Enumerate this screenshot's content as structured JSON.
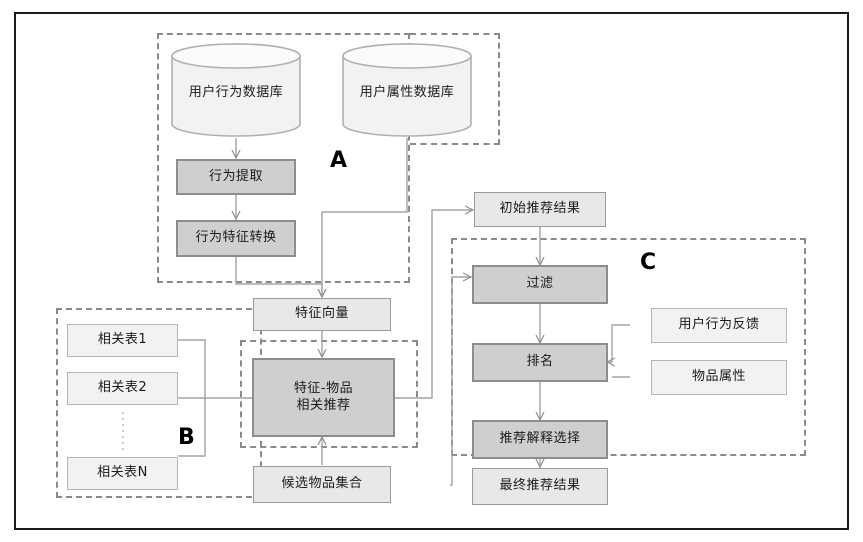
{
  "diagram": {
    "title": "",
    "groups": [
      {
        "id": "A",
        "label": "A"
      },
      {
        "id": "B",
        "label": "B"
      },
      {
        "id": "C",
        "label": "C"
      }
    ],
    "databases": [
      {
        "id": "user-behavior-db",
        "label": "用户行为数据库"
      },
      {
        "id": "user-attribute-db",
        "label": "用户属性数据库"
      }
    ],
    "nodes": [
      {
        "id": "behavior-extract",
        "label": "行为提取",
        "style": "proc"
      },
      {
        "id": "behavior-feature-transform",
        "label": "行为特征转换",
        "style": "proc"
      },
      {
        "id": "feature-vector",
        "label": "特征向量",
        "style": "plain"
      },
      {
        "id": "relation-table-1",
        "label": "相关表1",
        "style": "light"
      },
      {
        "id": "relation-table-2",
        "label": "相关表2",
        "style": "light"
      },
      {
        "id": "relation-table-n",
        "label": "相关表N",
        "style": "light"
      },
      {
        "id": "feature-item-rec",
        "label": "特征-物品\n相关推荐",
        "line1": "特征-物品",
        "line2": "相关推荐",
        "style": "proc"
      },
      {
        "id": "candidate-item-set",
        "label": "候选物品集合",
        "style": "plain"
      },
      {
        "id": "initial-rec-result",
        "label": "初始推荐结果",
        "style": "plain"
      },
      {
        "id": "filter",
        "label": "过滤",
        "style": "proc"
      },
      {
        "id": "ranking",
        "label": "排名",
        "style": "proc"
      },
      {
        "id": "rec-explain-select",
        "label": "推荐解释选择",
        "style": "proc"
      },
      {
        "id": "final-rec-result",
        "label": "最终推荐结果",
        "style": "plain"
      },
      {
        "id": "user-behavior-feedback",
        "label": "用户行为反馈",
        "style": "light"
      },
      {
        "id": "item-attribute",
        "label": "物品属性",
        "style": "light"
      }
    ],
    "colors": {
      "frame_border": "#1a1a1a",
      "group_dash": "#8a8a8a",
      "proc_fill": "#cfcfcf",
      "plain_fill": "#e8e8e8",
      "light_fill": "#f2f2f2",
      "connector": "#9a9a9a",
      "text": "#1a1a1a"
    }
  }
}
